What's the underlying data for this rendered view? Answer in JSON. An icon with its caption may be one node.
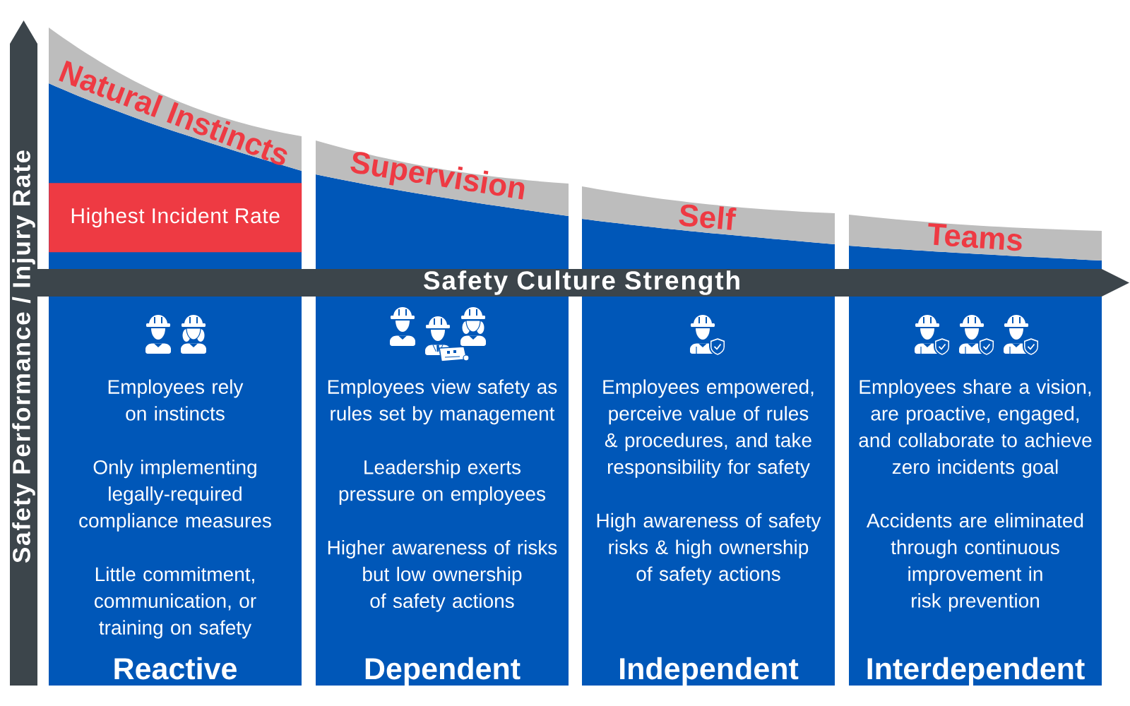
{
  "diagram": {
    "nodes": [
      {
        "text": [
          "Natural Instincts",
          "Employees rely on instincts",
          "Only implementing legally-required compliance measures",
          "Little commitment, communication, or training on safety",
          "Reactive"
        ]
      },
      {
        "text": [
          "Highest Incident Rate"
        ],
        "in": 0
      },
      {
        "text": [
          "Supervision",
          "Employees view safety as rules set by management",
          "Leadership exerts pressure on employees",
          "Higher awareness of risks but low ownership of safety actions",
          "Dependent"
        ]
      },
      {
        "text": [
          "Self",
          "Employees empowered, perceive value of rules & procedures, and take responsibility for safety",
          "High awareness of safety risks & high ownership of safety actions",
          "Independent"
        ]
      },
      {
        "text": [
          "Teams",
          "Employees share a vision, are proactive, engaged, and collaborate to achieve zero incidents goal",
          "Accidents are eliminated through continuous improvement in risk prevention",
          "Interdependent"
        ]
      }
    ],
    "labels": [
      "Safety Performance / Injury Rate",
      "Safety Culture Strength"
    ]
  }
}
